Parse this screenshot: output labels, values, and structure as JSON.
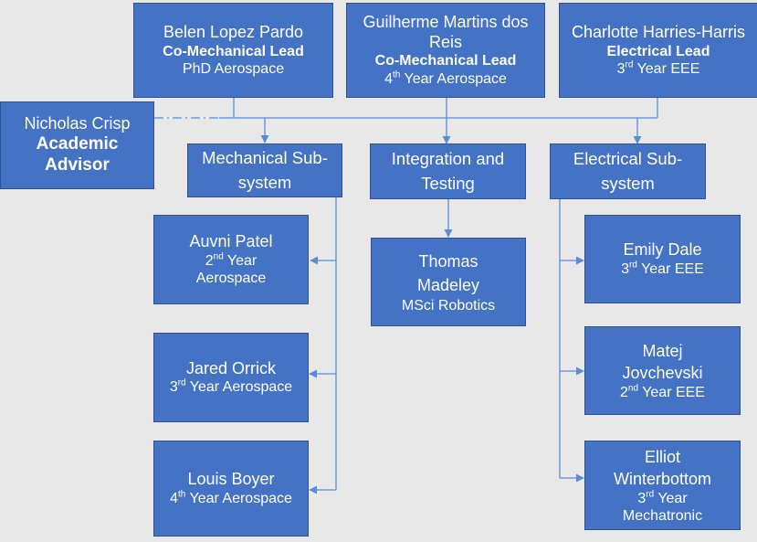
{
  "leads": [
    {
      "id": "belen",
      "name": "Belen Lopez Pardo",
      "role": "Co-Mechanical Lead",
      "detail": "PhD Aerospace"
    },
    {
      "id": "guilherme",
      "name": "Guilherme Martins dos Reis",
      "role": "Co-Mechanical Lead",
      "year": "4",
      "suffix": "th",
      "detail": "Year Aerospace"
    },
    {
      "id": "charlotte",
      "name": "Charlotte Harries-Harris",
      "role": "Electrical Lead",
      "year": "3",
      "suffix": "rd",
      "detail": "Year EEE"
    }
  ],
  "advisor": {
    "name": "Nicholas Crisp",
    "role": "Academic Advisor"
  },
  "subsystems": {
    "mechanical": "Mechanical Sub-system",
    "integration": "Integration and Testing",
    "electrical": "Electrical Sub-system"
  },
  "members": {
    "auvni": {
      "name": "Auvni Patel",
      "year": "2",
      "suffix": "nd",
      "detail": "Year Aerospace"
    },
    "jared": {
      "name": "Jared Orrick",
      "year": "3",
      "suffix": "rd",
      "detail": "Year Aerospace"
    },
    "louis": {
      "name": "Louis Boyer",
      "year": "4",
      "suffix": "th",
      "detail": "Year Aerospace"
    },
    "thomas": {
      "name": "Thomas Madeley",
      "detail": "MSci Robotics"
    },
    "emily": {
      "name": "Emily Dale",
      "year": "3",
      "suffix": "rd",
      "detail": "Year EEE"
    },
    "matej": {
      "name": "Matej Jovchevski",
      "year": "2",
      "suffix": "nd",
      "detail": "Year EEE"
    },
    "elliot": {
      "name": "Elliot Winterbottom",
      "year": "3",
      "suffix": "rd",
      "detail": "Year Mechatronic"
    }
  },
  "colors": {
    "box": "#4472c4",
    "border": "#2f528f",
    "line": "#5b8bd6",
    "background": "#e8e8e8"
  }
}
